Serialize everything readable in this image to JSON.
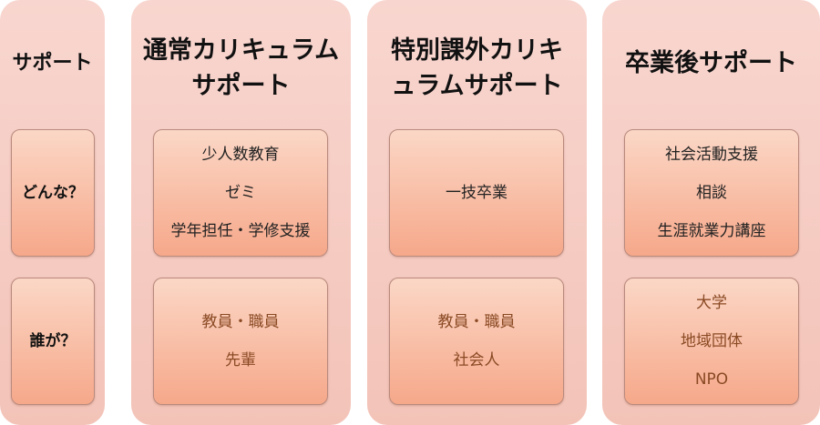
{
  "left_column": {
    "header": "サポート",
    "rows": [
      {
        "label": "どんな？"
      },
      {
        "label": "誰が？"
      }
    ]
  },
  "columns": [
    {
      "header_lines": [
        "通常カリキュラム",
        "サポート"
      ],
      "what": [
        "少人数教育",
        "ゼミ",
        "学年担任・学修支援"
      ],
      "who": [
        "教員・職員",
        "先輩"
      ]
    },
    {
      "header_lines": [
        "特別課外カリキ",
        "ュラムサポート"
      ],
      "what": [
        "一技卒業"
      ],
      "who": [
        "教員・職員",
        "社会人"
      ]
    },
    {
      "header_lines": [
        "卒業後サポート"
      ],
      "what": [
        "社会活動支援",
        "相談",
        "生涯就業力講座"
      ],
      "who": [
        "大学",
        "地域団体",
        "NPO"
      ]
    }
  ]
}
